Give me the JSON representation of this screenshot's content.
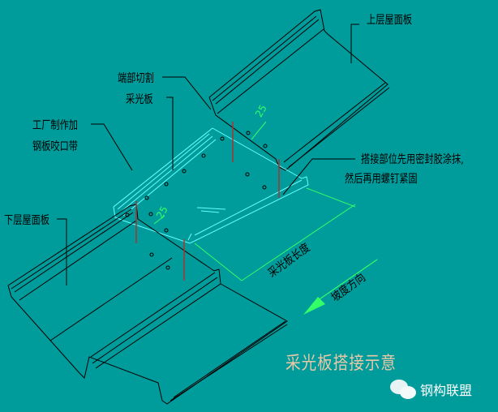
{
  "labels": {
    "upper_panel": "上层屋面板",
    "end_cut": "端部切割",
    "skylight_panel": "采光板",
    "factory_line1": "工厂制作加",
    "factory_line2": "钢板咬口带",
    "lap_line1": "搭接部位先用密封胶涂抹,",
    "lap_line2": "然后再用螺钉紧固",
    "lower_panel": "下层屋面板",
    "skylight_length": "采光板长度",
    "slope_direction": "坡度方向"
  },
  "dimensions": {
    "overlap_top": "25",
    "overlap_bottom": "25"
  },
  "title": "采光板搭接示意",
  "watermark": "钢构联盟",
  "colors": {
    "background": "#009b9b",
    "skylight": "#66ffff",
    "dimension": "#33ff66",
    "screw": "#aa3333"
  }
}
